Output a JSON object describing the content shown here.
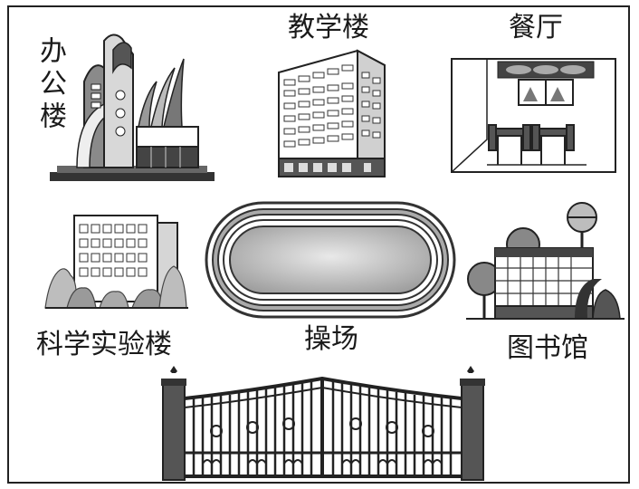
{
  "labels": {
    "office": "办公楼",
    "teaching": "教学楼",
    "canteen": "餐厅",
    "lab": "科学实验楼",
    "playground": "操场",
    "library": "图书馆"
  },
  "colors": {
    "ink": "#1a1a1a",
    "grey_dark": "#555555",
    "grey_mid": "#8a8a8a",
    "grey_light": "#cfcfcf",
    "background": "#ffffff"
  },
  "icons": [
    "office-building-icon",
    "teaching-building-icon",
    "canteen-icon",
    "lab-building-icon",
    "running-track-icon",
    "library-icon",
    "school-gate-icon"
  ]
}
